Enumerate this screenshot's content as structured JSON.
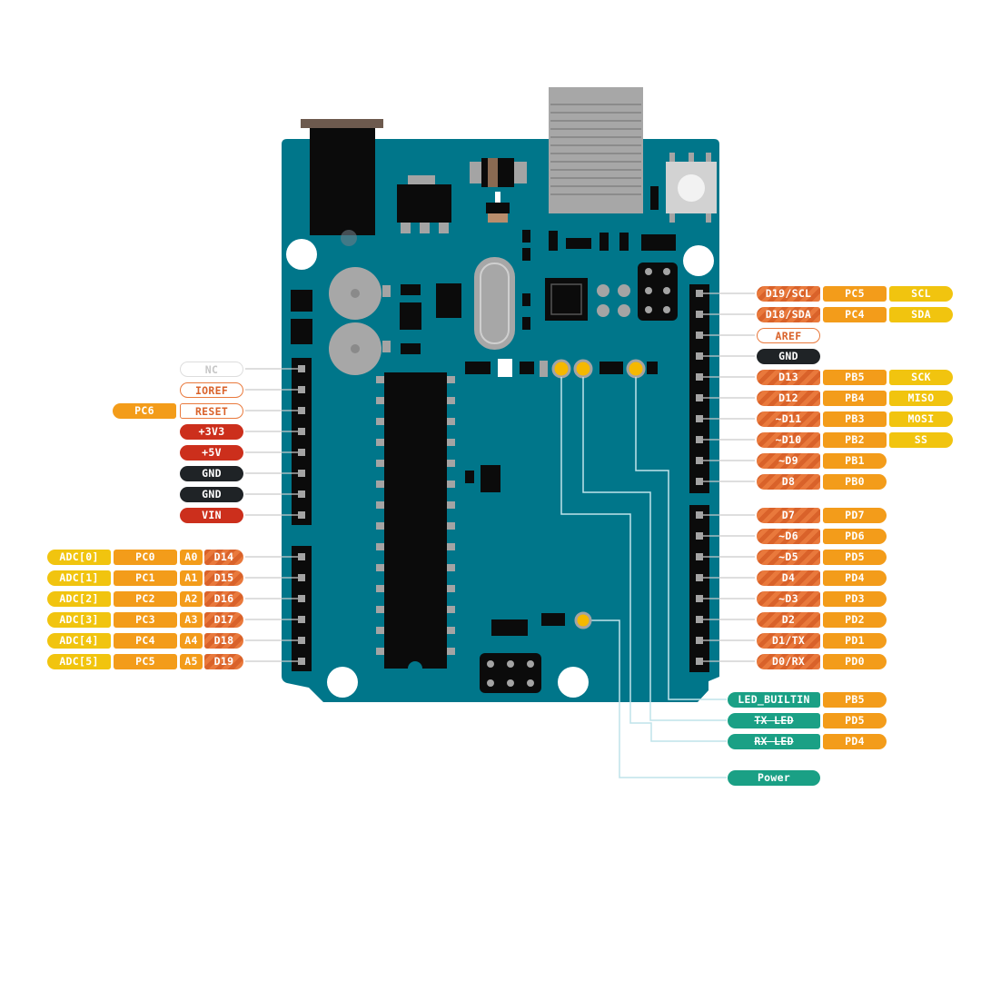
{
  "colors": {
    "board": "#00768a",
    "header": "#111111",
    "digital": "#e9793c",
    "port": "#f39c1a",
    "comm": "#f1c40f",
    "power": "#cc2f1c",
    "gnd": "#1f2326",
    "led": "#1aa085"
  },
  "left_pins": {
    "nc": "NC",
    "ioref": "IOREF",
    "reset": "RESET",
    "reset_port": "PC6",
    "v33": "+3V3",
    "v5": "+5V",
    "gnd1": "GND",
    "gnd2": "GND",
    "vin": "VIN",
    "analog": [
      {
        "adc": "ADC[0]",
        "port": "PC0",
        "a": "A0",
        "d": "D14"
      },
      {
        "adc": "ADC[1]",
        "port": "PC1",
        "a": "A1",
        "d": "D15"
      },
      {
        "adc": "ADC[2]",
        "port": "PC2",
        "a": "A2",
        "d": "D16"
      },
      {
        "adc": "ADC[3]",
        "port": "PC3",
        "a": "A3",
        "d": "D17"
      },
      {
        "adc": "ADC[4]",
        "port": "PC4",
        "a": "A4",
        "d": "D18"
      },
      {
        "adc": "ADC[5]",
        "port": "PC5",
        "a": "A5",
        "d": "D19"
      }
    ]
  },
  "right_pins": {
    "top": [
      {
        "d": "D19/SCL",
        "port": "PC5",
        "comm": "SCL"
      },
      {
        "d": "D18/SDA",
        "port": "PC4",
        "comm": "SDA"
      }
    ],
    "aref": "AREF",
    "gnd": "GND",
    "upper": [
      {
        "d": "D13",
        "port": "PB5",
        "comm": "SCK"
      },
      {
        "d": "D12",
        "port": "PB4",
        "comm": "MISO"
      },
      {
        "d": "~D11",
        "port": "PB3",
        "comm": "MOSI"
      },
      {
        "d": "~D10",
        "port": "PB2",
        "comm": "SS"
      },
      {
        "d": "~D9",
        "port": "PB1",
        "comm": ""
      },
      {
        "d": "D8",
        "port": "PB0",
        "comm": ""
      }
    ],
    "lower": [
      {
        "d": "D7",
        "port": "PD7"
      },
      {
        "d": "~D6",
        "port": "PD6"
      },
      {
        "d": "~D5",
        "port": "PD5"
      },
      {
        "d": "D4",
        "port": "PD4"
      },
      {
        "d": "~D3",
        "port": "PD3"
      },
      {
        "d": "D2",
        "port": "PD2"
      },
      {
        "d": "D1/TX",
        "port": "PD1"
      },
      {
        "d": "D0/RX",
        "port": "PD0"
      }
    ]
  },
  "leds": {
    "builtin": {
      "label": "LED_BUILTIN",
      "port": "PB5"
    },
    "tx": {
      "label": "TX LED",
      "port": "PD5"
    },
    "rx": {
      "label": "RX LED",
      "port": "PD4"
    },
    "power": {
      "label": "Power"
    }
  }
}
